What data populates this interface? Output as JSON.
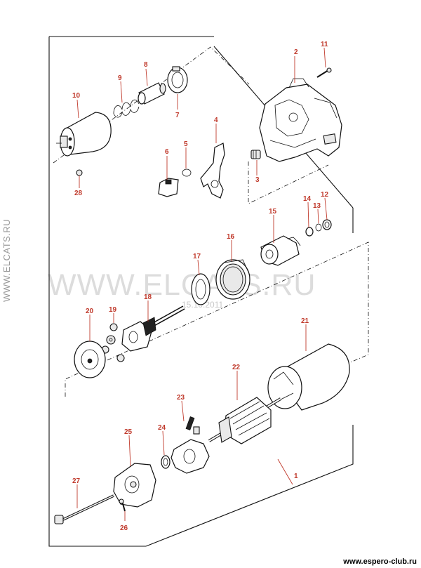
{
  "watermarks": {
    "side": "WWW.ELCATS.RU",
    "center": "WWW.ELCATS.RU",
    "date": "15.10.2011"
  },
  "site_url": "www.espero-club.ru",
  "colors": {
    "callout": "#c0392b",
    "line": "#111111",
    "watermark": "#dcdcdc"
  },
  "callouts": [
    "1",
    "2",
    "3",
    "4",
    "5",
    "6",
    "7",
    "8",
    "9",
    "10",
    "11",
    "12",
    "13",
    "14",
    "15",
    "16",
    "17",
    "18",
    "19",
    "20",
    "21",
    "22",
    "23",
    "24",
    "25",
    "26",
    "27",
    "28"
  ]
}
